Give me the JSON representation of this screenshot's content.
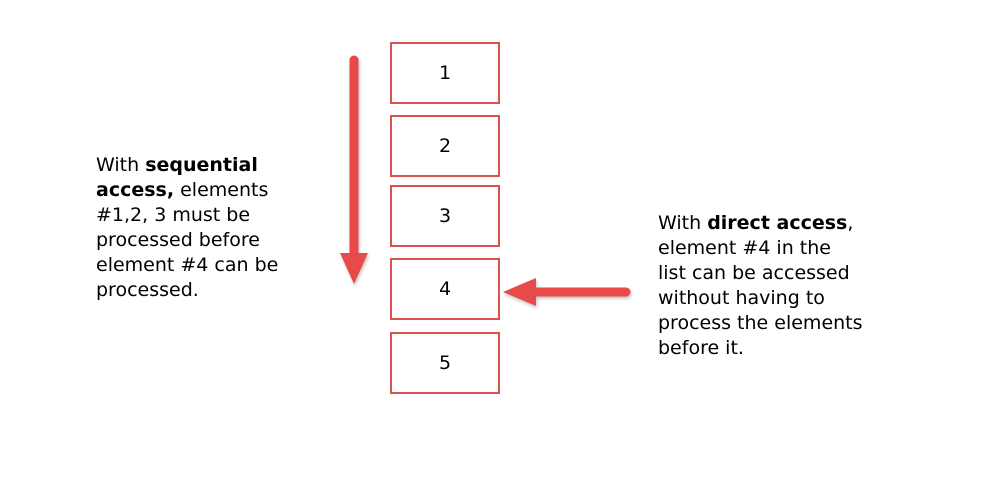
{
  "boxes": [
    "1",
    "2",
    "3",
    "4",
    "5"
  ],
  "left_caption": {
    "line1_prefix": "With ",
    "line1_bold": "sequential",
    "line2_bold": "access,",
    "line2_rest": " elements",
    "line3": "#1,2, 3 must be",
    "line4": "processed before",
    "line5": "element #4 can be",
    "line6": "processed."
  },
  "right_caption": {
    "line1_prefix": "With ",
    "line1_bold": "direct access",
    "line1_suffix": ",",
    "line2": "element #4 in the",
    "line3": "list can be accessed",
    "line4": "without having to",
    "line5": "process the elements",
    "line6": "before it."
  },
  "colors": {
    "arrow": "#e8484a",
    "box_border": "#d9534f"
  }
}
